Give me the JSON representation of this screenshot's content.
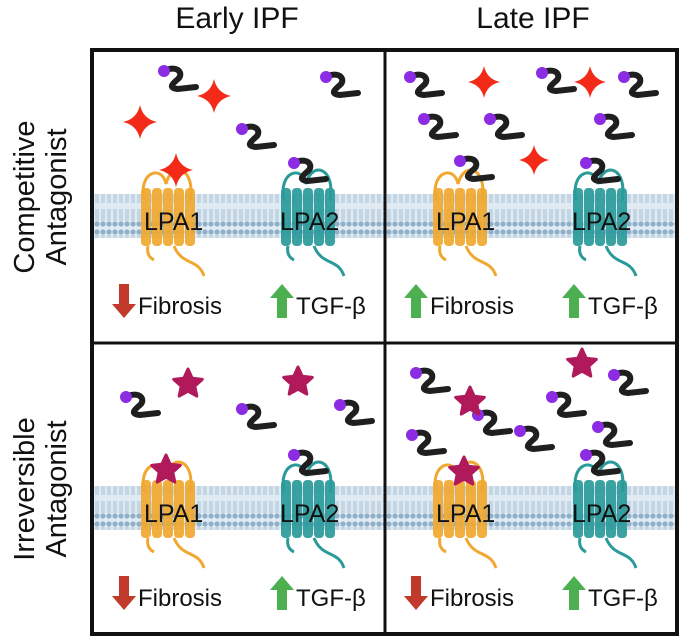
{
  "columns": [
    "Early IPF",
    "Late IPF"
  ],
  "rows": [
    {
      "line1": "Competitive",
      "line2": "Antagonist"
    },
    {
      "line1": "Irreversible",
      "line2": "Antagonist"
    }
  ],
  "receptors": {
    "left": "LPA1",
    "right": "LPA2"
  },
  "outcomes": {
    "fibrosis": "Fibrosis",
    "tgf": "TGF-β"
  },
  "panels": [
    {
      "fibrosis_arrow": "down",
      "tgf_arrow": "up"
    },
    {
      "fibrosis_arrow": "up",
      "tgf_arrow": "up"
    },
    {
      "fibrosis_arrow": "down",
      "tgf_arrow": "up"
    },
    {
      "fibrosis_arrow": "down",
      "tgf_arrow": "up"
    }
  ],
  "colors": {
    "competitive_antagonist": "#f22a17",
    "irreversible_antagonist": "#b0195a",
    "lpa_head": "#8b2be2",
    "lpa_tail": "#1f1f1f",
    "lpa1_receptor": "#f0a830",
    "lpa2_receptor": "#2a9a9a",
    "membrane": "#c9dbe8",
    "arrow_up": "#4caf50",
    "arrow_down": "#c0392b"
  }
}
